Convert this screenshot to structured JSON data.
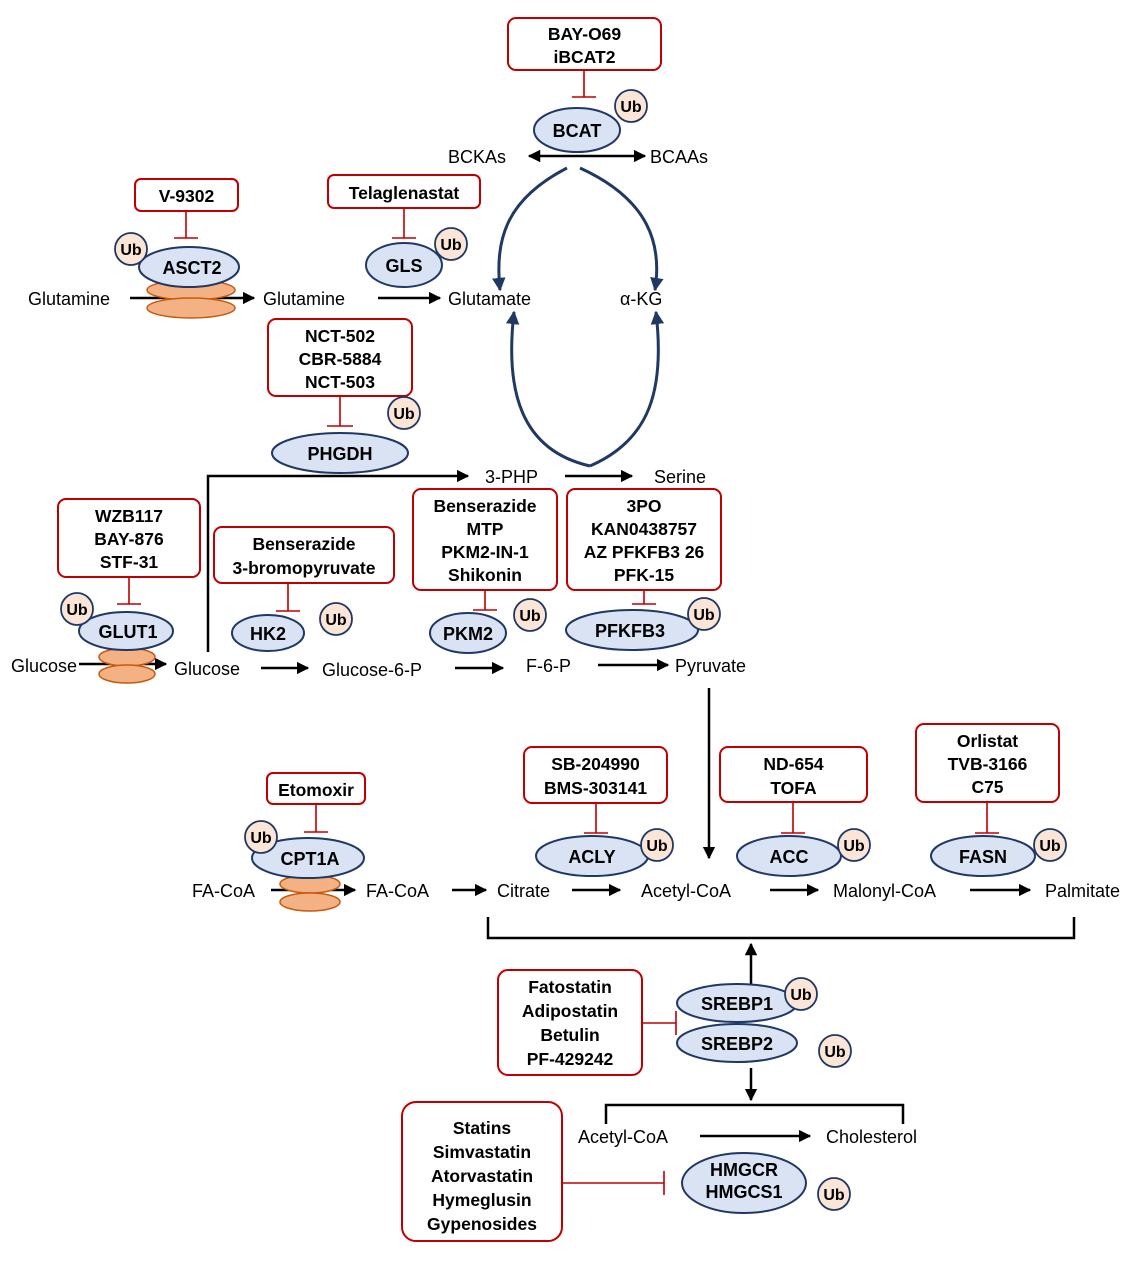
{
  "inhibitors": {
    "bcat": [
      "BAY-O69",
      "iBCAT2"
    ],
    "asct2": [
      "V-9302"
    ],
    "gls": [
      "Telaglenastat"
    ],
    "phgdh": [
      "NCT-502",
      "CBR-5884",
      "NCT-503"
    ],
    "glut1": [
      "WZB117",
      "BAY-876",
      "STF-31"
    ],
    "hk2": [
      "Benserazide",
      "3-bromopyruvate"
    ],
    "pkm2": [
      "Benserazide",
      "MTP",
      "PKM2-IN-1",
      "Shikonin"
    ],
    "pfkfb3": [
      "3PO",
      "KAN0438757",
      "AZ PFKFB3 26",
      "PFK-15"
    ],
    "cpt1a": [
      "Etomoxir"
    ],
    "acly": [
      "SB-204990",
      "BMS-303141"
    ],
    "acc": [
      "ND-654",
      "TOFA"
    ],
    "fasn": [
      "Orlistat",
      "TVB-3166",
      "C75"
    ],
    "srebp": [
      "Fatostatin",
      "Adipostatin",
      "Betulin",
      "PF-429242"
    ],
    "hmgcr": [
      "Statins",
      "Simvastatin",
      "Atorvastatin",
      "Hymeglusin",
      "Gypenosides"
    ]
  },
  "enzymes": {
    "bcat": "BCAT",
    "asct2": "ASCT2",
    "gls": "GLS",
    "phgdh": "PHGDH",
    "glut1": "GLUT1",
    "hk2": "HK2",
    "pkm2": "PKM2",
    "pfkfb3": "PFKFB3",
    "cpt1a": "CPT1A",
    "acly": "ACLY",
    "acc": "ACC",
    "fasn": "FASN",
    "srebp1": "SREBP1",
    "srebp2": "SREBP2",
    "hmgcr": "HMGCR",
    "hmgcs1": "HMGCS1"
  },
  "ub_label": "Ub",
  "metabolites": {
    "bckas": "BCKAs",
    "bcaas": "BCAAs",
    "glutamine_out": "Glutamine",
    "glutamine_in": "Glutamine",
    "glutamate": "Glutamate",
    "akg": "α-KG",
    "php": "3-PHP",
    "serine": "Serine",
    "glucose_out": "Glucose",
    "glucose_in": "Glucose",
    "g6p": "Glucose-6-P",
    "f6p": "F-6-P",
    "pyruvate": "Pyruvate",
    "facoa_out": "FA-CoA",
    "facoa_in": "FA-CoA",
    "citrate": "Citrate",
    "acetylcoa": "Acetyl-CoA",
    "malonylcoa": "Malonyl-CoA",
    "palmitate": "Palmitate",
    "acetylcoa2": "Acetyl-CoA",
    "cholesterol": "Cholesterol"
  },
  "colors": {
    "inhibitor_border": "#c00000",
    "enzyme_fill": "#dae3f3",
    "enzyme_border": "#1f3864",
    "ub_fill": "#fbe5d6",
    "transporter_fill": "#f4b183"
  }
}
